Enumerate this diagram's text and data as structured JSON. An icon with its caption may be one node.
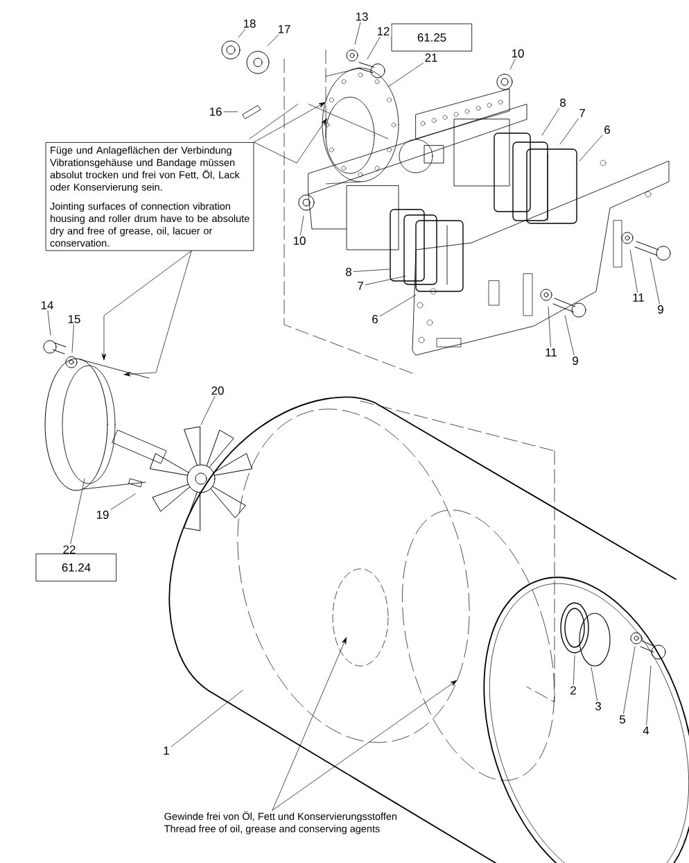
{
  "diagram": {
    "nodes": [
      {
        "text": [
          "18"
        ]
      },
      {
        "text": [
          "13"
        ]
      },
      {
        "text": [
          "61.25"
        ]
      },
      {
        "text": [
          "12"
        ]
      },
      {
        "text": [
          "17"
        ]
      },
      {
        "text": [
          "10"
        ]
      },
      {
        "text": [
          "21"
        ]
      },
      {
        "text": [
          "8"
        ]
      },
      {
        "text": [
          "16"
        ]
      },
      {
        "text": [
          "7"
        ]
      },
      {
        "text": [
          "6"
        ]
      },
      {
        "text": [
          "Füge und Anlageflächen der Verbindung Vibrationsgehäuse und Bandage müssen absolut trocken und frei von Fett, Öl, Lack oder Konservierung sein.",
          "Jointing surfaces of connection vibration housing and roller drum have to be absolute dry and free of grease, oil, lacuer or conservation."
        ]
      },
      {
        "text": [
          "10"
        ]
      },
      {
        "text": [
          "8"
        ]
      },
      {
        "text": [
          "7"
        ]
      },
      {
        "text": [
          "11"
        ]
      },
      {
        "text": [
          "6"
        ]
      },
      {
        "text": [
          "9"
        ]
      },
      {
        "text": [
          "14"
        ]
      },
      {
        "text": [
          "15"
        ]
      },
      {
        "text": [
          "11"
        ]
      },
      {
        "text": [
          "9"
        ]
      },
      {
        "text": [
          "20"
        ]
      },
      {
        "text": [
          "19"
        ]
      },
      {
        "text": [
          "22"
        ]
      },
      {
        "text": [
          "61.24"
        ]
      },
      {
        "text": [
          "2"
        ]
      },
      {
        "text": [
          "3"
        ]
      },
      {
        "text": [
          "5"
        ]
      },
      {
        "text": [
          "4"
        ]
      },
      {
        "text": [
          "1"
        ]
      },
      {
        "text": [
          "Gewinde frei von Öl, Fett und Konservierungsstoffen",
          "Thread free of oil, grease and conserving agents"
        ]
      }
    ],
    "edges": [
      {
        "from": 0,
        "to": null,
        "arrow": "none"
      },
      {
        "from": 1,
        "to": null,
        "arrow": "none"
      },
      {
        "from": 3,
        "to": null,
        "arrow": "none"
      },
      {
        "from": 4,
        "to": null,
        "arrow": "none"
      },
      {
        "from": 5,
        "to": null,
        "arrow": "none"
      },
      {
        "from": 6,
        "to": null,
        "arrow": "none"
      },
      {
        "from": 7,
        "to": null,
        "arrow": "none"
      },
      {
        "from": 8,
        "to": null,
        "arrow": "none"
      },
      {
        "from": 9,
        "to": null,
        "arrow": "none"
      },
      {
        "from": 10,
        "to": null,
        "arrow": "none"
      },
      {
        "from": 12,
        "to": null,
        "arrow": "none"
      },
      {
        "from": 13,
        "to": null,
        "arrow": "none"
      },
      {
        "from": 14,
        "to": null,
        "arrow": "none"
      },
      {
        "from": 15,
        "to": null,
        "arrow": "none"
      },
      {
        "from": 16,
        "to": null,
        "arrow": "none"
      },
      {
        "from": 17,
        "to": null,
        "arrow": "none"
      },
      {
        "from": 18,
        "to": null,
        "arrow": "none"
      },
      {
        "from": 19,
        "to": null,
        "arrow": "none"
      },
      {
        "from": 20,
        "to": null,
        "arrow": "none"
      },
      {
        "from": 21,
        "to": null,
        "arrow": "none"
      },
      {
        "from": 22,
        "to": null,
        "arrow": "none"
      },
      {
        "from": 23,
        "to": null,
        "arrow": "none"
      },
      {
        "from": 24,
        "to": null,
        "arrow": "none"
      },
      {
        "from": 26,
        "to": null,
        "arrow": "none"
      },
      {
        "from": 27,
        "to": null,
        "arrow": "none"
      },
      {
        "from": 28,
        "to": null,
        "arrow": "none"
      },
      {
        "from": 29,
        "to": null,
        "arrow": "none"
      },
      {
        "from": 30,
        "to": null,
        "arrow": "none"
      },
      {
        "from": 11,
        "to": null,
        "arrow": "to"
      },
      {
        "from": 11,
        "to": null,
        "arrow": "to"
      },
      {
        "from": 11,
        "to": null,
        "arrow": "to"
      },
      {
        "from": 11,
        "to": null,
        "arrow": "to"
      },
      {
        "from": 31,
        "to": null,
        "arrow": "to"
      },
      {
        "from": 31,
        "to": null,
        "arrow": "to"
      }
    ]
  }
}
